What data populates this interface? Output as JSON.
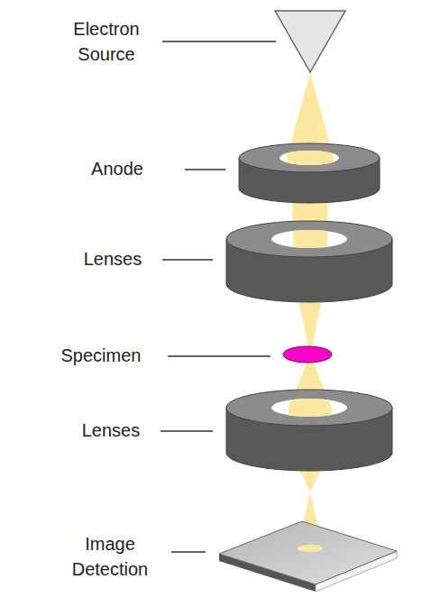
{
  "diagram": {
    "labels": [
      "Electron Source",
      "Anode",
      "Lenses",
      "Specimen",
      "Lenses",
      "Image Detection"
    ]
  }
}
